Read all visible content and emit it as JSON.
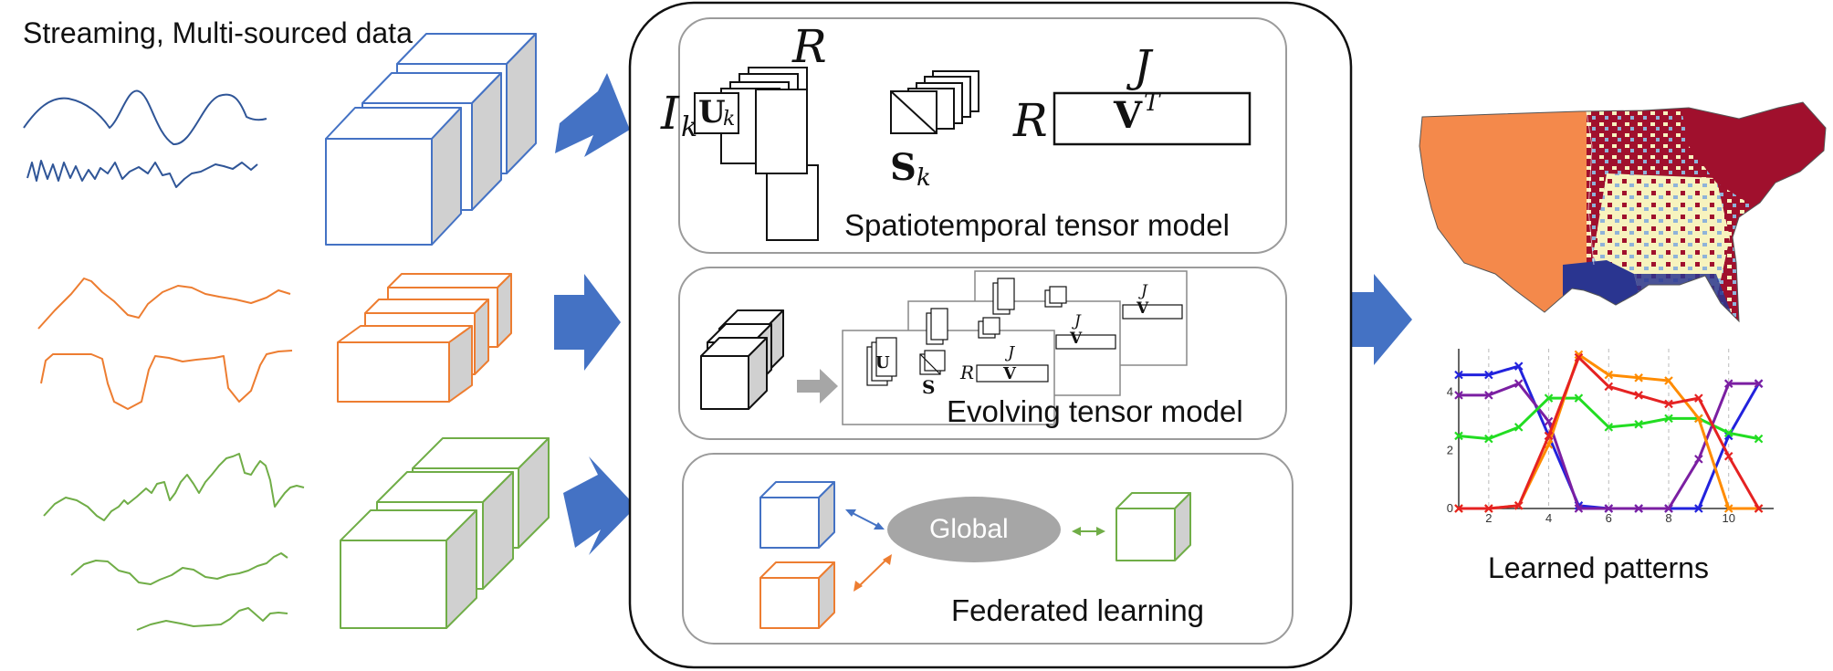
{
  "headers": {
    "input_title": "Streaming, Multi-sourced data",
    "output_title": "Learned patterns"
  },
  "panels": {
    "spatiotemporal": "Spatiotemporal tensor model",
    "evolving": "Evolving tensor model",
    "federated": "Federated learning"
  },
  "math": {
    "R": "R",
    "I": "I",
    "k": "k",
    "U": "U",
    "S": "S",
    "J": "J",
    "V": "V",
    "T": "T"
  },
  "federated": {
    "global_label": "Global"
  },
  "colors": {
    "blue": "#4472C4",
    "orange": "#ED7D31",
    "green": "#70AD47",
    "arrow": "#4472C4",
    "panel_border": "#9b9b9b",
    "global_fill": "#A6A6A6",
    "map_orange": "#F4894B",
    "map_red": "#A0102D",
    "map_navy": "#2A3590",
    "map_light": "#F7F3BE",
    "map_lightblue": "#8FB3D9"
  },
  "chart_data": {
    "type": "line",
    "x": [
      1,
      2,
      3,
      4,
      5,
      6,
      7,
      8,
      9,
      10,
      11
    ],
    "xticks": [
      "2",
      "4",
      "6",
      "8",
      "10"
    ],
    "yticks": [
      "0",
      "2",
      "4"
    ],
    "xlim": [
      1,
      11.5
    ],
    "ylim": [
      0,
      5.5
    ],
    "grid": "vertical dashed",
    "series": [
      {
        "color": "#2222DD",
        "values": [
          4.6,
          4.6,
          4.9,
          2.5,
          0.1,
          0.0,
          0.0,
          0.0,
          0.0,
          2.5,
          4.3
        ]
      },
      {
        "color": "#7B1FA2",
        "values": [
          3.9,
          3.9,
          4.3,
          3.0,
          0.0,
          0.0,
          0.0,
          0.0,
          1.7,
          4.3,
          4.3
        ]
      },
      {
        "color": "#22DD22",
        "values": [
          2.5,
          2.4,
          2.8,
          3.8,
          3.8,
          2.8,
          2.9,
          3.1,
          3.1,
          2.6,
          2.4
        ]
      },
      {
        "color": "#FF8C00",
        "values": [
          0.0,
          0.0,
          0.1,
          2.2,
          5.3,
          4.6,
          4.5,
          4.4,
          3.1,
          0.0,
          0.0
        ]
      },
      {
        "color": "#E52222",
        "values": [
          0.0,
          0.0,
          0.1,
          2.5,
          5.2,
          4.2,
          3.9,
          3.6,
          3.8,
          1.8,
          0.0
        ]
      }
    ]
  }
}
